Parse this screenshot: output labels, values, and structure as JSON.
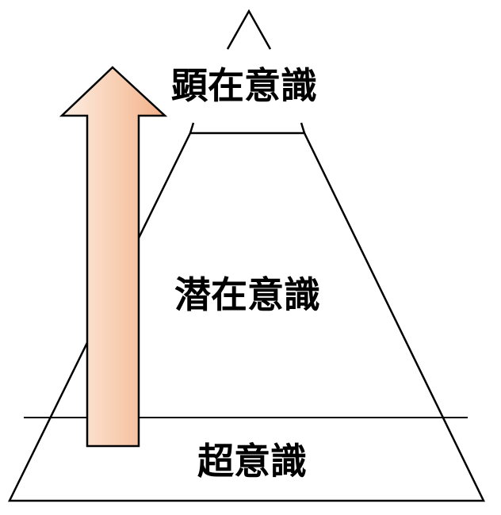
{
  "labels": {
    "conscious": "顕在意識",
    "subconscious": "潜在意識",
    "superconscious": "超意識"
  },
  "colors": {
    "line": "#000000",
    "arrow_fill_light": "#fde9dc",
    "arrow_fill_dark": "#f3b48d",
    "arrow_stroke": "#000000"
  }
}
